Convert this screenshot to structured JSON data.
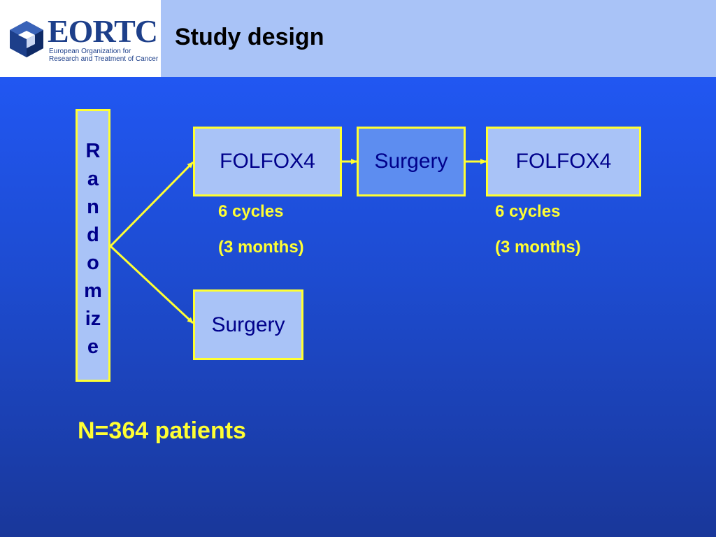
{
  "header": {
    "title": "Study design",
    "logo": {
      "wordmark": "EORTC",
      "subtitle": "European Organization for Research and Treatment of Cancer"
    }
  },
  "diagram": {
    "randomize_letters": [
      "R",
      "a",
      "n",
      "d",
      "o",
      "m",
      "iz",
      "e"
    ],
    "arm1": {
      "step1": "FOLFOX4",
      "step1_note_line1": "6 cycles",
      "step1_note_line2": "(3 months)",
      "step2": "Surgery",
      "step3": "FOLFOX4",
      "step3_note_line1": "6 cycles",
      "step3_note_line2": "(3 months)"
    },
    "arm2": {
      "step1": "Surgery"
    },
    "sample_size": "N=364 patients"
  },
  "colors": {
    "box_fill": "#a9c3f7",
    "box_border": "#ffff33",
    "box_text": "#00008b",
    "note_text": "#ffff33",
    "background": "#1d4bcf"
  }
}
